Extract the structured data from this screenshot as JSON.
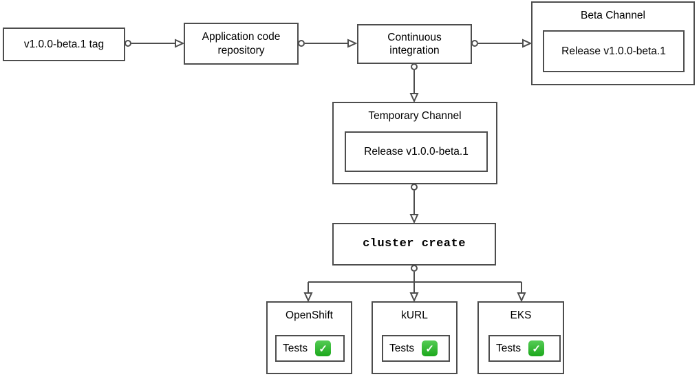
{
  "diagram": {
    "nodes": {
      "tag": {
        "label": "v1.0.0-beta.1 tag"
      },
      "repo": {
        "label": "Application code repository"
      },
      "ci": {
        "label": "Continuous integration"
      },
      "beta_channel": {
        "title": "Beta Channel",
        "release": "Release v1.0.0-beta.1"
      },
      "temp_channel": {
        "title": "Temporary Channel",
        "release": "Release v1.0.0-beta.1"
      },
      "cluster_create": {
        "label": "cluster create"
      },
      "openshift": {
        "title": "OpenShift",
        "tests_label": "Tests"
      },
      "kurl": {
        "title": "kURL",
        "tests_label": "Tests"
      },
      "eks": {
        "title": "EKS",
        "tests_label": "Tests"
      }
    },
    "icons": {
      "check": "✓"
    },
    "colors": {
      "stroke": "#4d4d4d",
      "text": "#000000",
      "background": "#ffffff",
      "check_green": "#1ca81c"
    }
  }
}
